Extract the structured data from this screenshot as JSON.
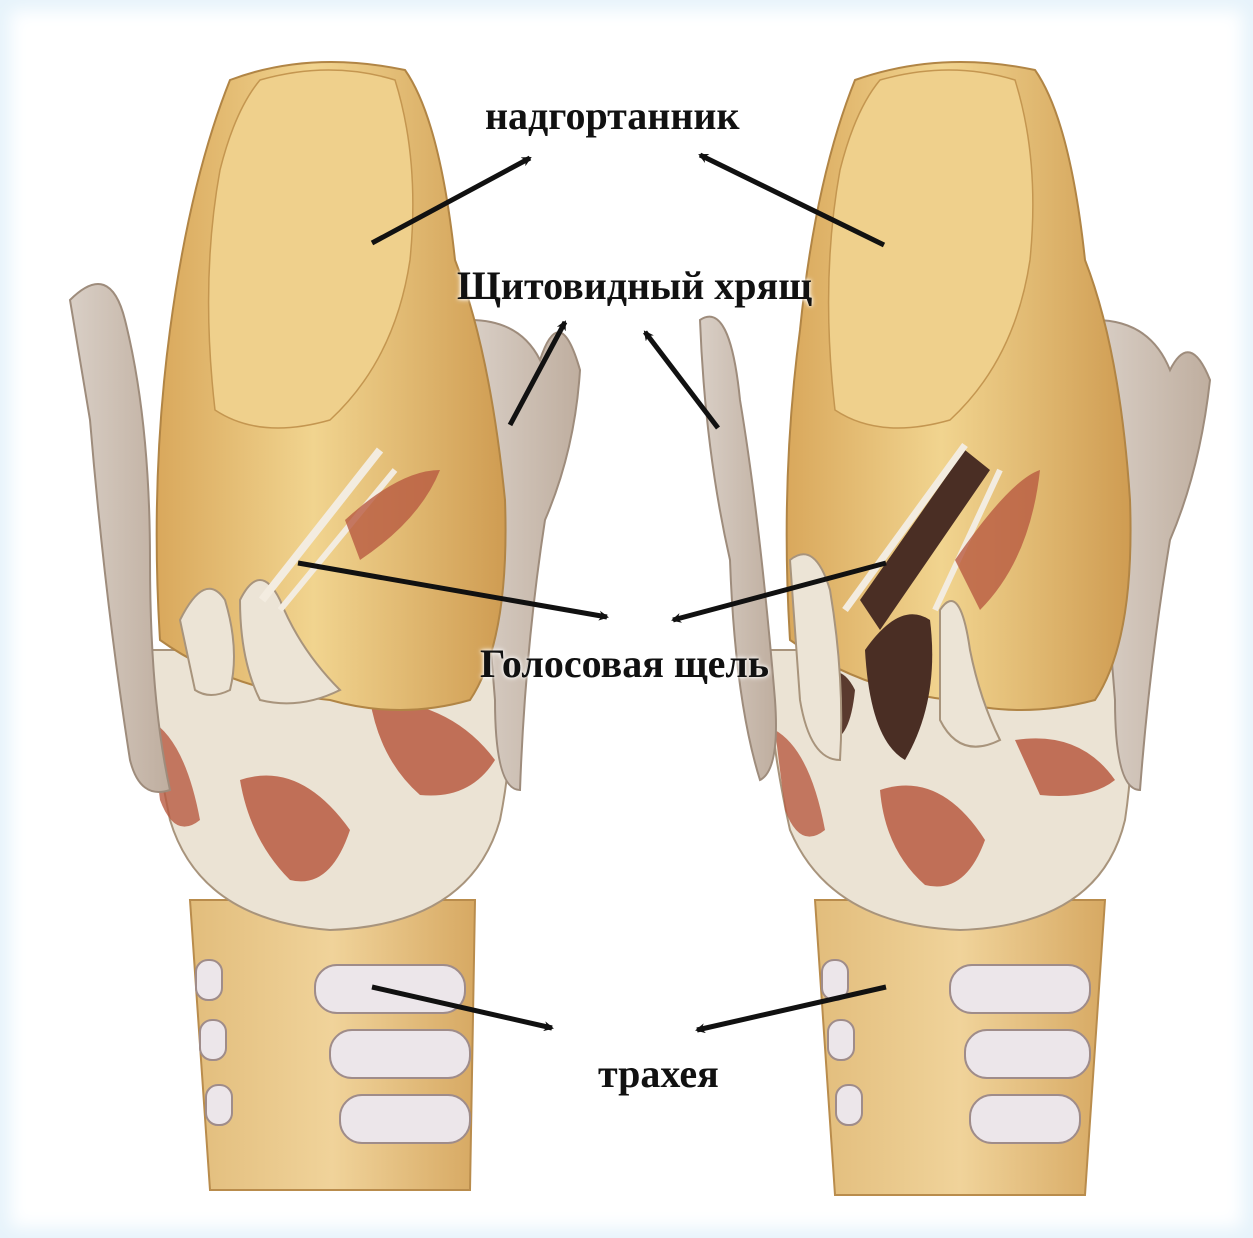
{
  "labels": {
    "epiglottis": "надгортанник",
    "thyroid_cartilage": "Щитовидный хрящ",
    "glottis": "Голосовая щель",
    "trachea": "трахея"
  },
  "colors": {
    "cartilage": "#e8c27a",
    "cartilage_dark": "#c99a4f",
    "membrane": "#ece4d6",
    "muscle": "#b4523a",
    "trachea_ring": "#e9e2e6",
    "cavity": "#4a2e24",
    "arrow": "#111111",
    "frame_glow": "#e6f3fb"
  }
}
